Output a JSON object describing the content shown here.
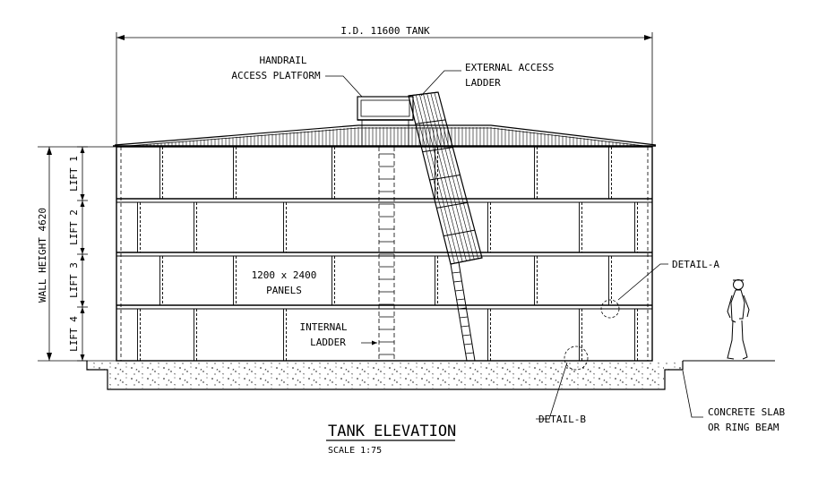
{
  "dimensions": {
    "tank_diameter": "I.D. 11600 TANK",
    "wall_height": "WALL HEIGHT 4620"
  },
  "lifts": [
    "LIFT 1",
    "LIFT 2",
    "LIFT 3",
    "LIFT 4"
  ],
  "callouts": {
    "handrail_line1": "HANDRAIL",
    "handrail_line2": "ACCESS PLATFORM",
    "external_ladder_line1": "EXTERNAL ACCESS",
    "external_ladder_line2": "LADDER",
    "panels_line1": "1200 x 2400",
    "panels_line2": "PANELS",
    "internal_ladder_line1": "INTERNAL",
    "internal_ladder_line2": "LADDER",
    "detail_a": "DETAIL-A",
    "detail_b": "DETAIL-B",
    "slab_line1": "CONCRETE SLAB",
    "slab_line2": "OR RING BEAM"
  },
  "title": {
    "main": "TANK ELEVATION",
    "scale": "SCALE 1:75"
  },
  "colors": {
    "line": "#000000",
    "background": "#ffffff"
  }
}
